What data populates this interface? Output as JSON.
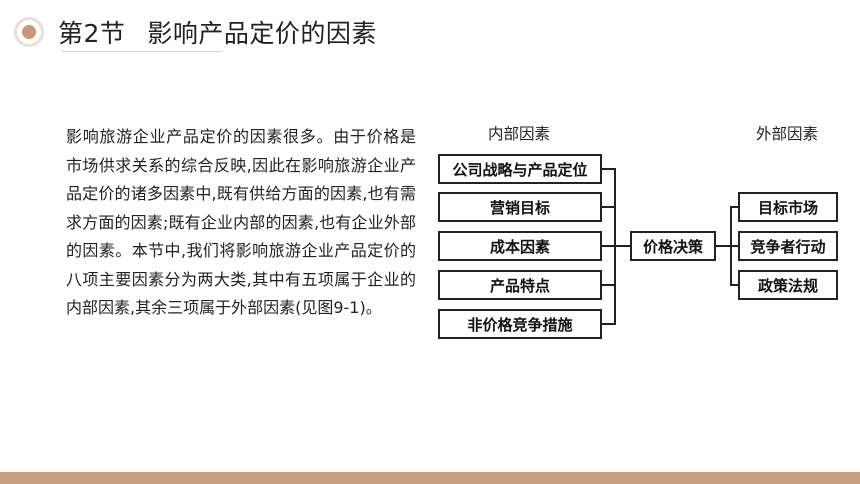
{
  "header": {
    "section": "第2节",
    "title": "影响产品定价的因素"
  },
  "body": {
    "paragraph": "影响旅游企业产品定价的因素很多。由于价格是市场供求关系的综合反映,因此在影响旅游企业产品定价的诸多因素中,既有供给方面的因素,也有需求方面的因素;既有企业内部的因素,也有企业外部的因素。本节中,我们将影响旅游企业产品定价的八项主要因素分为两大类,其中有五项属于企业的内部因素,其余三项属于外部因素(见图9-1)。"
  },
  "diagram": {
    "internal_header": "内部因素",
    "external_header": "外部因素",
    "internal_factors": [
      "公司战略与产品定位",
      "营销目标",
      "成本因素",
      "产品特点",
      "非价格竞争措施"
    ],
    "center": "价格决策",
    "external_factors": [
      "目标市场",
      "竞争者行动",
      "政策法规"
    ]
  },
  "colors": {
    "accent": "#c9987a",
    "footer": "#c9a182"
  }
}
